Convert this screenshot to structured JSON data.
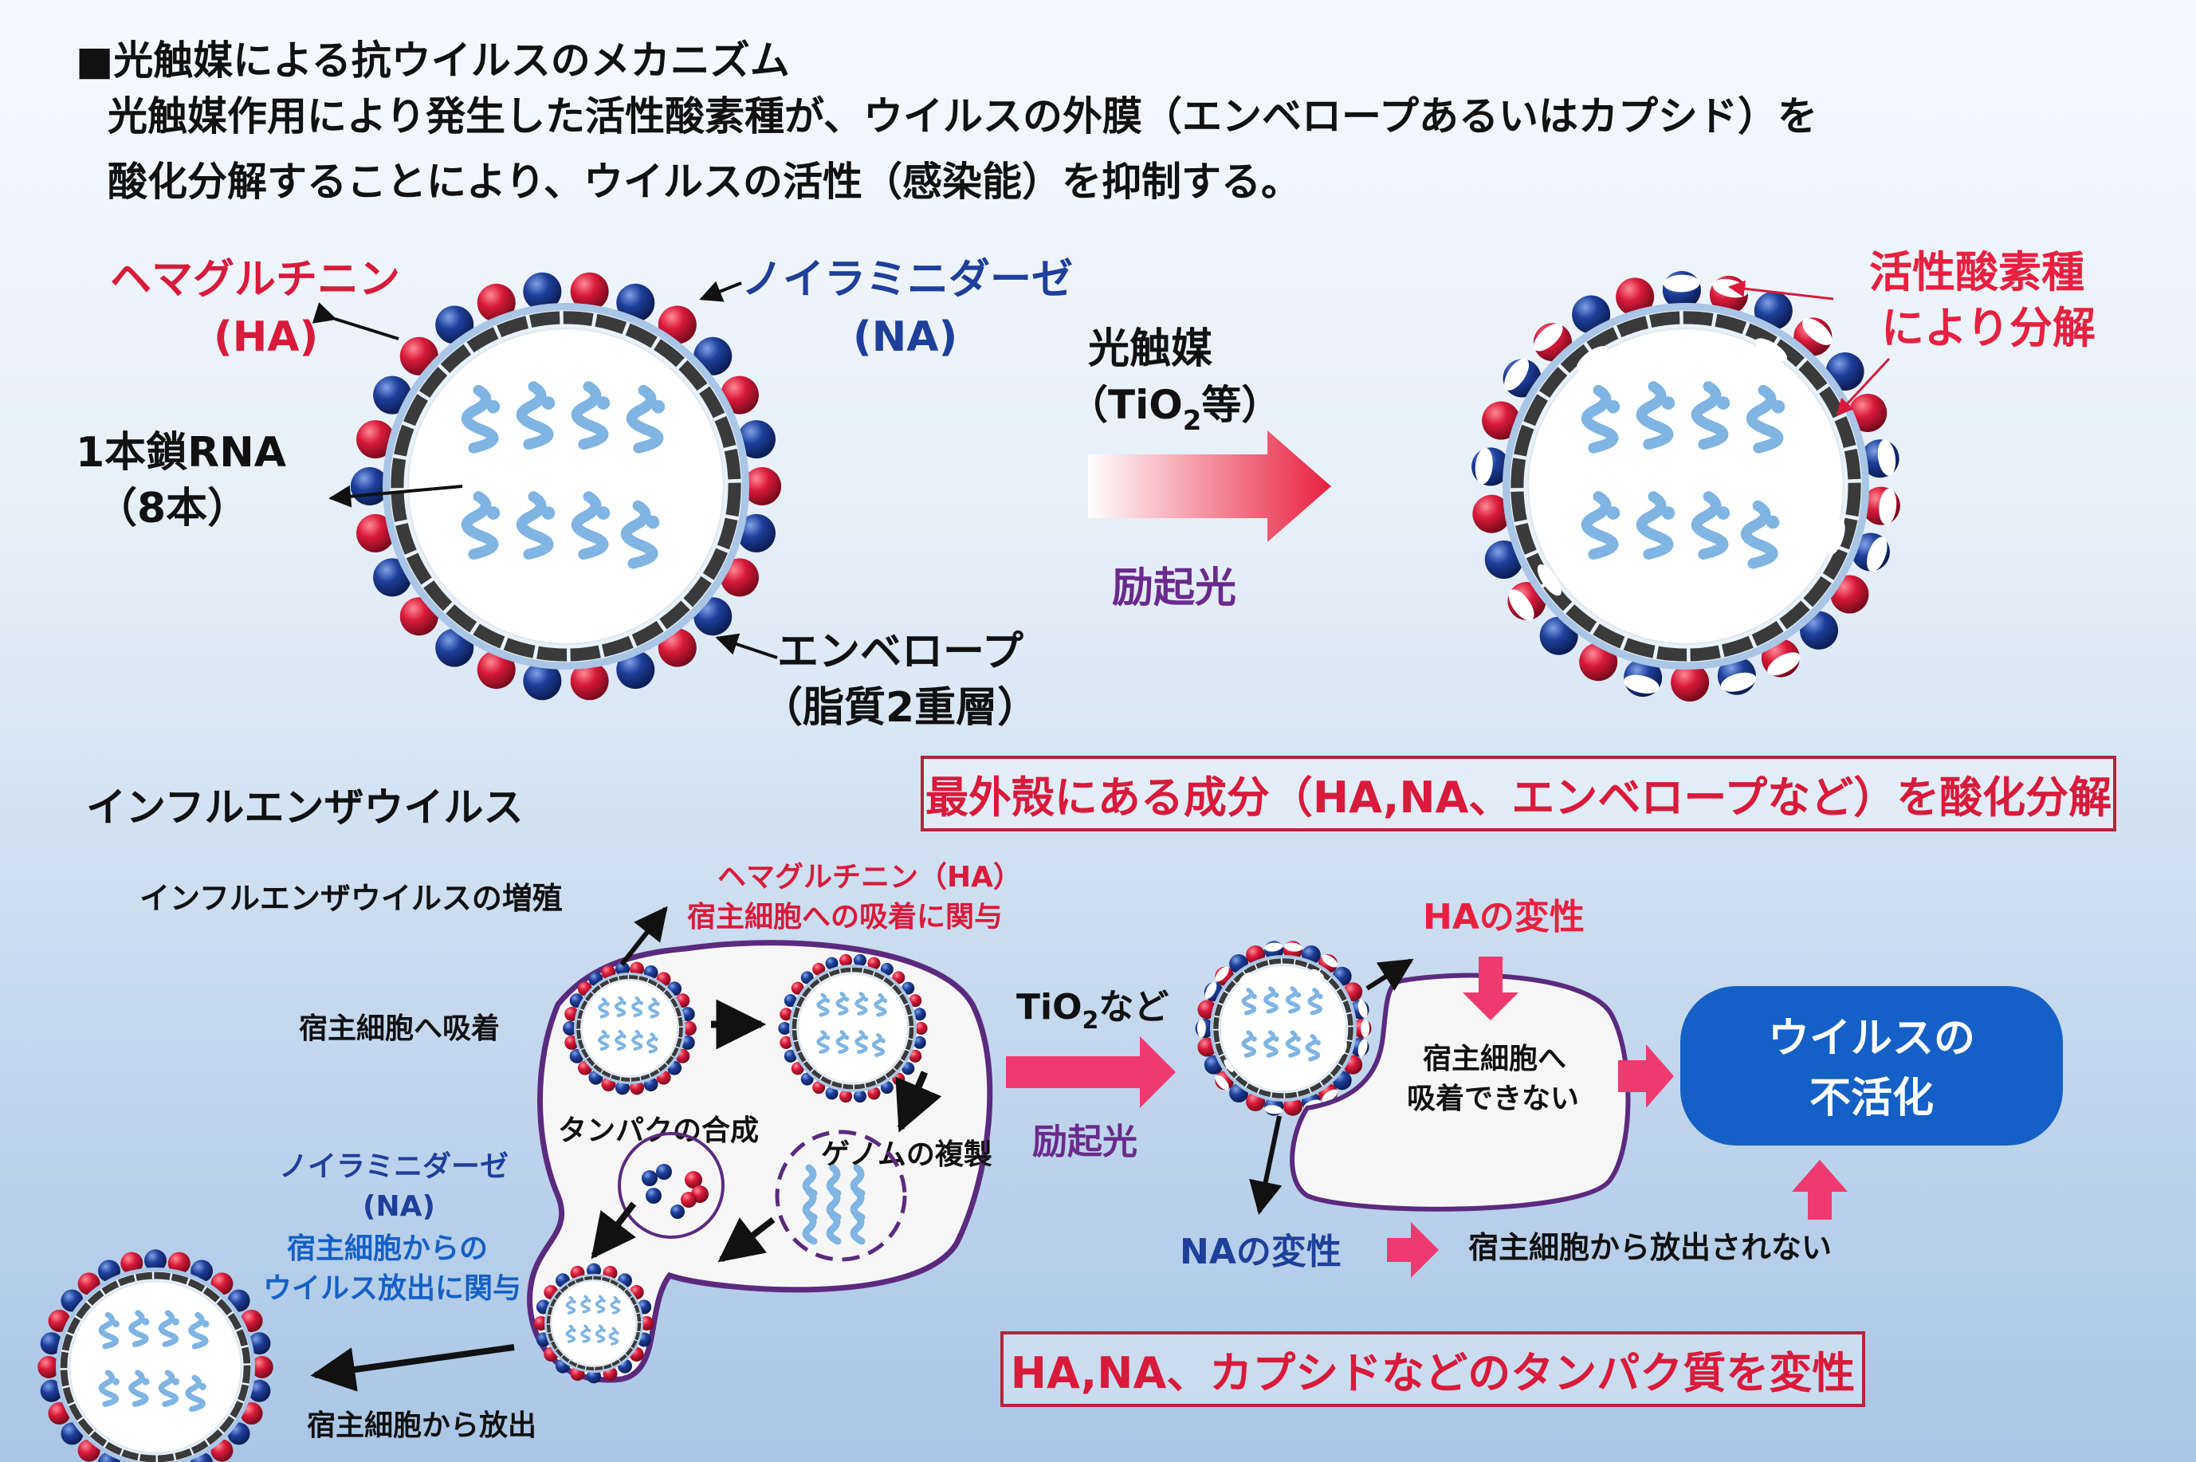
{
  "header": {
    "title": "■光触媒による抗ウイルスのメカニズム",
    "desc_line1": "光触媒作用により発生した活性酸素種が、ウイルスの外膜（エンベロープあるいはカプシド）を",
    "desc_line2": "酸化分解することにより、ウイルスの活性（感染能）を抑制する。"
  },
  "top": {
    "ha_label": "ヘマグルチニン",
    "ha_abbr": "(HA)",
    "na_label": "ノイラミニダーゼ",
    "na_abbr": "(NA)",
    "rna_label": "1本鎖RNA",
    "rna_count": "（8本）",
    "envelope_label": "エンベロープ",
    "envelope_sub": "（脂質2重層）",
    "catalyst_label": "光触媒",
    "catalyst_sub_pre": "（TiO",
    "catalyst_sub_num": "2",
    "catalyst_sub_post": "等）",
    "excite_label": "励起光",
    "ros_line1": "活性酸素種",
    "ros_line2": "により分解",
    "virus_name": "インフルエンザウイルス",
    "summary_box": "最外殻にある成分（HA,NA、エンベロープなど）を酸化分解"
  },
  "bottom": {
    "growth_title": "インフルエンザウイルスの増殖",
    "ha_role_line1": "ヘマグルチニン（HA）",
    "ha_role_line2": "宿主細胞への吸着に関与",
    "attach_label": "宿主細胞へ吸着",
    "protein_synth": "タンパクの合成",
    "genome_rep": "ゲノムの複製",
    "na_label": "ノイラミニダーゼ",
    "na_abbr": "(NA)",
    "na_role_line1": "宿主細胞からの",
    "na_role_line2": "ウイルス放出に関与",
    "release_label": "宿主細胞から放出",
    "tio2_pre": "TiO",
    "tio2_num": "2",
    "tio2_post": "など",
    "excite_label": "励起光",
    "ha_denature": "HAの変性",
    "cannot_attach_line1": "宿主細胞へ",
    "cannot_attach_line2": "吸着できない",
    "inactivation_line1": "ウイルスの",
    "inactivation_line2": "不活化",
    "na_denature": "NAの変性",
    "no_release": "宿主細胞から放出されない",
    "summary_box": "HA,NA、カプシドなどのタンパク質を変性"
  },
  "colors": {
    "ha_red": "#d91a3a",
    "na_blue": "#1e3f9a",
    "envelope_gray": "#3a3a3a",
    "rna_blue": "#7fb4e3",
    "arrow_pink": "#ee3a6e",
    "cell_purple": "#5b2a7e",
    "inactive_blue": "#1560c6",
    "excite_purple": "#6a2a8c"
  }
}
